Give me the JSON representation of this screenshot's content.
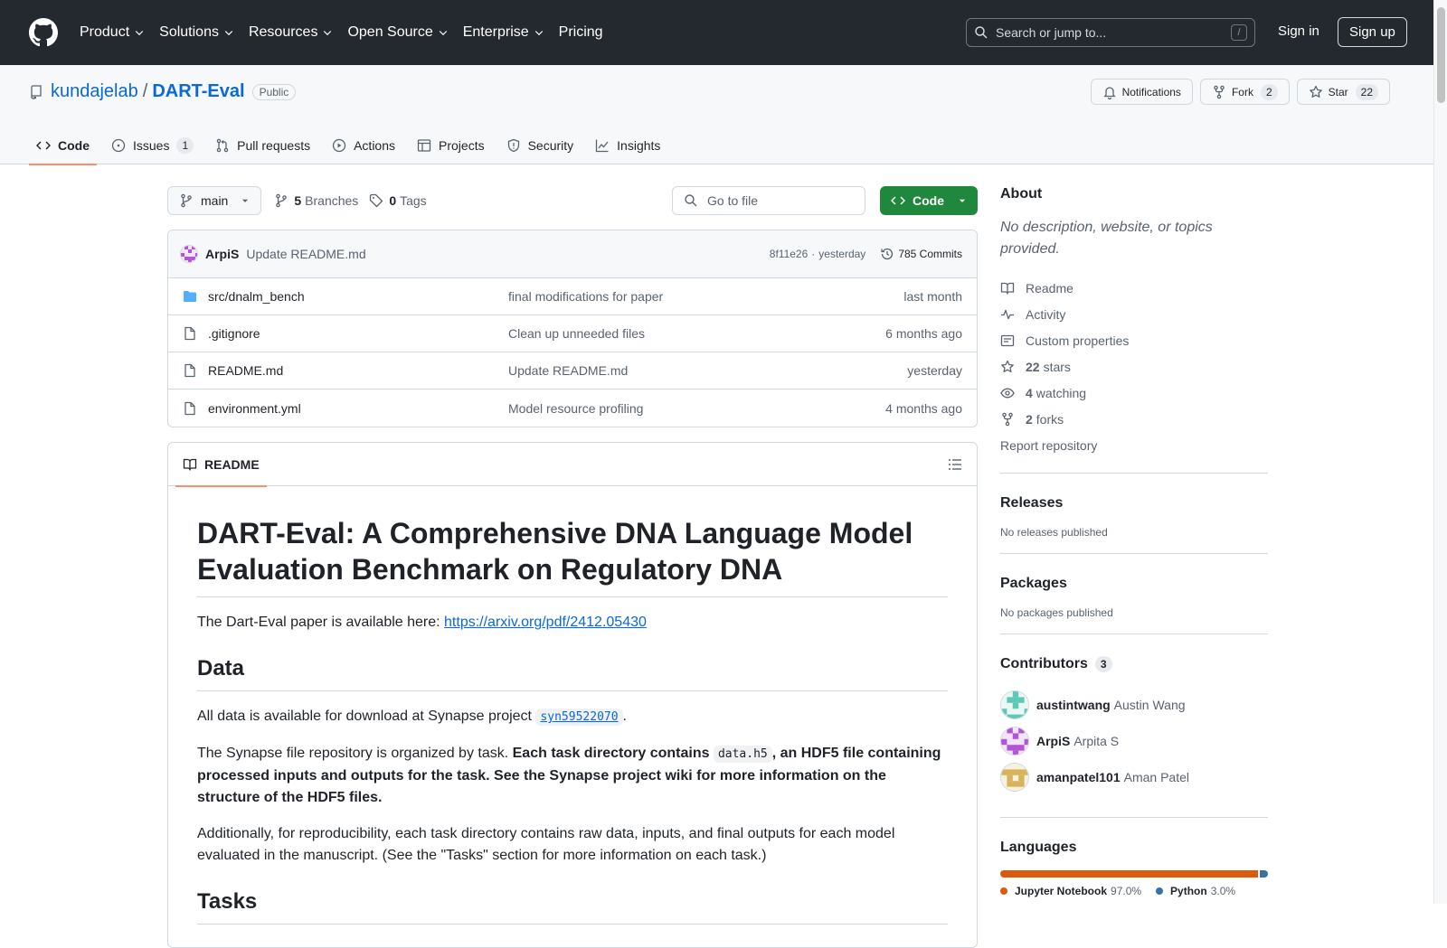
{
  "nav": {
    "items": [
      "Product",
      "Solutions",
      "Resources",
      "Open Source",
      "Enterprise",
      "Pricing"
    ],
    "search_placeholder": "Search or jump to...",
    "search_kbd": "/",
    "signin": "Sign in",
    "signup": "Sign up"
  },
  "repo": {
    "owner": "kundajelab",
    "separator": "/",
    "name": "DART-Eval",
    "visibility": "Public",
    "notifications_label": "Notifications",
    "fork_label": "Fork",
    "fork_count": "2",
    "star_label": "Star",
    "star_count": "22"
  },
  "tabs": {
    "code": "Code",
    "issues": "Issues",
    "issues_count": "1",
    "pulls": "Pull requests",
    "actions": "Actions",
    "projects": "Projects",
    "security": "Security",
    "insights": "Insights"
  },
  "filebar": {
    "branch": "main",
    "branches_count": "5",
    "branches_label": "Branches",
    "tags_count": "0",
    "tags_label": "Tags",
    "goto_placeholder": "Go to file",
    "code_button": "Code"
  },
  "commit": {
    "author": "ArpiS",
    "message": "Update README.md",
    "hash": "8f11e26",
    "dot": "·",
    "time": "yesterday",
    "count_label": "785 Commits"
  },
  "files": [
    {
      "name": "src/dnalm_bench",
      "message": "final modifications for paper",
      "time": "last month",
      "type": "folder"
    },
    {
      "name": ".gitignore",
      "message": "Clean up unneeded files",
      "time": "6 months ago",
      "type": "file"
    },
    {
      "name": "README.md",
      "message": "Update README.md",
      "time": "yesterday",
      "type": "file"
    },
    {
      "name": "environment.yml",
      "message": "Model resource profiling",
      "time": "4 months ago",
      "type": "file"
    }
  ],
  "readme": {
    "tab_label": "README",
    "h1": "DART-Eval: A Comprehensive DNA Language Model Evaluation Benchmark on Regulatory DNA",
    "p1_text": "The Dart-Eval paper is available here: ",
    "p1_link": "https://arxiv.org/pdf/2412.05430",
    "h2_data": "Data",
    "p2_text": "All data is available for download at Synapse project ",
    "p2_code": "syn59522070",
    "p2_end": ".",
    "p3_start": "The Synapse file repository is organized by task. ",
    "p3_bold1": "Each task directory contains ",
    "p3_code": "data.h5",
    "p3_bold2": ", an HDF5 file containing processed inputs and outputs for the task. See the Synapse project wiki for more information on the structure of the HDF5 files.",
    "p4": "Additionally, for reproducibility, each task directory contains raw data, inputs, and final outputs for each model evaluated in the manuscript. (See the \"Tasks\" section for more information on each task.)",
    "h2_tasks": "Tasks"
  },
  "about": {
    "title": "About",
    "description": "No description, website, or topics provided.",
    "readme": "Readme",
    "activity": "Activity",
    "custom_properties": "Custom properties",
    "stars_count": "22",
    "stars_label": "stars",
    "watching_count": "4",
    "watching_label": "watching",
    "forks_count": "2",
    "forks_label": "forks",
    "report": "Report repository"
  },
  "releases": {
    "title": "Releases",
    "empty": "No releases published"
  },
  "packages": {
    "title": "Packages",
    "empty": "No packages published"
  },
  "contributors": {
    "title": "Contributors",
    "count": "3",
    "list": [
      {
        "login": "austintwang",
        "name": "Austin Wang",
        "color": "#5cc8b5"
      },
      {
        "login": "ArpiS",
        "name": "Arpita S",
        "color": "#b455d6"
      },
      {
        "login": "amanpatel101",
        "name": "Aman Patel",
        "color": "#d7b35a"
      }
    ]
  },
  "languages": {
    "title": "Languages",
    "list": [
      {
        "name": "Jupyter Notebook",
        "percent": "97.0%",
        "value": 97.0,
        "color": "#da5b0b"
      },
      {
        "name": "Python",
        "percent": "3.0%",
        "value": 3.0,
        "color": "#3572a5"
      }
    ]
  },
  "colors": {
    "accent": "#0969da",
    "header": "#24292f",
    "primary_button": "#1f883d",
    "tab_underline": "#fd8c73"
  }
}
